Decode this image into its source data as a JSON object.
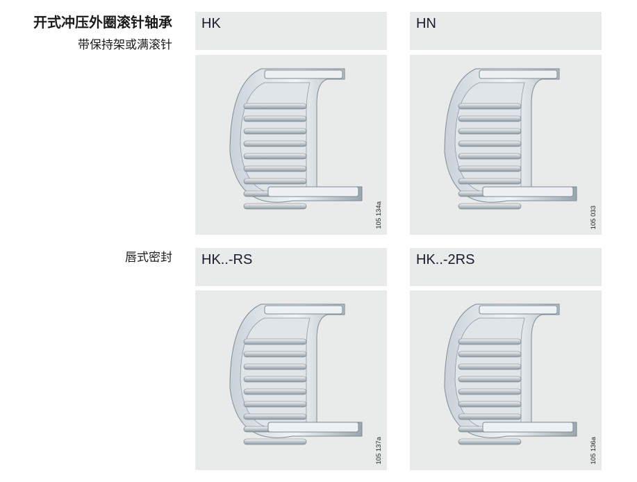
{
  "title": "开式冲压外圈滚针轴承",
  "subtitle": "带保持架或满滚针",
  "section2": "唇式密封",
  "panels": [
    {
      "label": "HK",
      "code": "105 134a"
    },
    {
      "label": "HN",
      "code": "105 033"
    },
    {
      "label": "HK..-RS",
      "code": "105 137a"
    },
    {
      "label": "HK..-2RS",
      "code": "105 136a"
    }
  ]
}
